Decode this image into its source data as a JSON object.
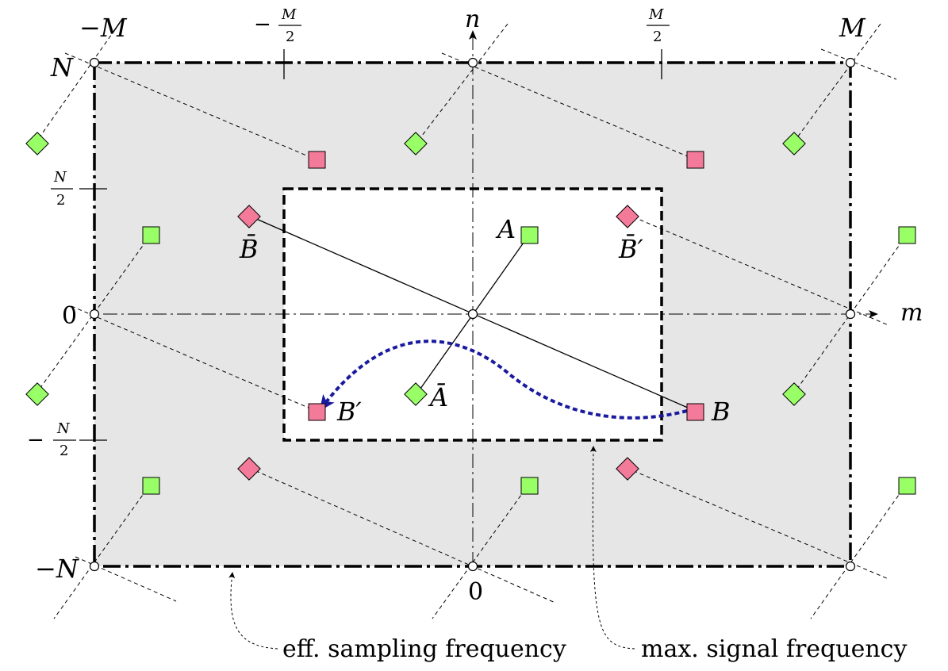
{
  "axes": {
    "horizontal_label": "m",
    "vertical_label": "n",
    "top_ticks": {
      "neg_M": "−M",
      "neg_M_half_num": "M",
      "neg_M_half_den": "2",
      "neg_M_half_sign": "−",
      "pos_M_half_num": "M",
      "pos_M_half_den": "2",
      "pos_M": "M"
    },
    "left_ticks": {
      "N": "N",
      "N_half_num": "N",
      "N_half_den": "2",
      "zero": "0",
      "neg_N_half_sign": "−",
      "neg_N_half_num": "N",
      "neg_N_half_den": "2",
      "neg_N": "−N"
    },
    "bottom_zero": "0"
  },
  "points": {
    "A": "A",
    "A_bar": "Ā",
    "B": "B",
    "B_prime": "B′",
    "B_bar": "B̄",
    "B_bar_prime": "B̄′"
  },
  "annotations": {
    "eff_sampling": "eff. sampling frequency",
    "max_signal": "max. signal frequency"
  },
  "colors": {
    "background_region": "#e6e6e6",
    "inner_region": "#ffffff",
    "green_marker": "#99ff66",
    "pink_marker": "#f47a9a",
    "arrow_blue": "#1a1aa0"
  }
}
